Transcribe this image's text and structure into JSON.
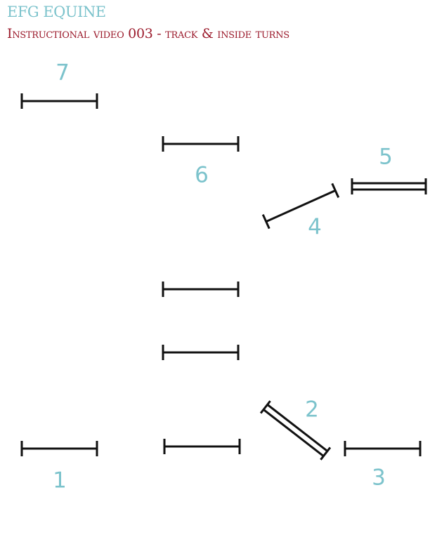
{
  "header": {
    "brand": "EFG EQUINE",
    "subtitle": "Instructional video 003 - track & inside turns"
  },
  "colors": {
    "brand": "#7cc3cc",
    "subtitle": "#9b1a2b",
    "fence": "#111111"
  },
  "fences": [
    {
      "id": "fence-1",
      "label": "1",
      "type": "vertical"
    },
    {
      "id": "fence-2",
      "label": "2",
      "type": "oxer"
    },
    {
      "id": "fence-3",
      "label": "3",
      "type": "vertical"
    },
    {
      "id": "fence-4",
      "label": "4",
      "type": "vertical"
    },
    {
      "id": "fence-5",
      "label": "5",
      "type": "oxer"
    },
    {
      "id": "fence-6",
      "label": "6",
      "type": "vertical"
    },
    {
      "id": "fence-7",
      "label": "7",
      "type": "vertical"
    },
    {
      "id": "fence-unnumbered-a",
      "label": "",
      "type": "vertical"
    },
    {
      "id": "fence-unnumbered-b",
      "label": "",
      "type": "vertical"
    },
    {
      "id": "fence-unnumbered-c",
      "label": "",
      "type": "vertical"
    }
  ]
}
